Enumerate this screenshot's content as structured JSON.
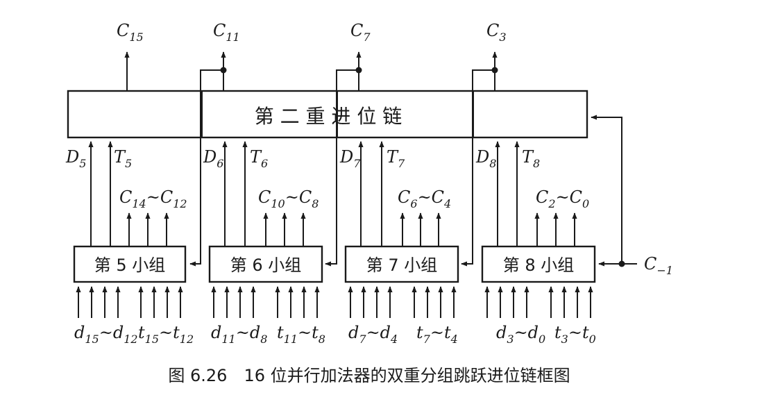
{
  "chain": {
    "label": "第 二 重 进 位 链",
    "outputs": [
      {
        "main": "C",
        "sub": "15"
      },
      {
        "main": "C",
        "sub": "11"
      },
      {
        "main": "C",
        "sub": "7"
      },
      {
        "main": "C",
        "sub": "3"
      }
    ]
  },
  "groups": [
    {
      "label": "第 5 小组",
      "D": {
        "main": "D",
        "sub": "5"
      },
      "T": {
        "main": "T",
        "sub": "5"
      },
      "carries": {
        "a": "C",
        "as": "14",
        "sep": "~",
        "b": "C",
        "bs": "12"
      },
      "dIn": {
        "a": "d",
        "as": "15",
        "sep": "~",
        "b": "d",
        "bs": "12"
      },
      "tIn": {
        "a": "t",
        "as": "15",
        "sep": "~",
        "b": "t",
        "bs": "12"
      }
    },
    {
      "label": "第 6 小组",
      "D": {
        "main": "D",
        "sub": "6"
      },
      "T": {
        "main": "T",
        "sub": "6"
      },
      "carries": {
        "a": "C",
        "as": "10",
        "sep": "~",
        "b": "C",
        "bs": "8"
      },
      "dIn": {
        "a": "d",
        "as": "11",
        "sep": "~",
        "b": "d",
        "bs": "8"
      },
      "tIn": {
        "a": "t",
        "as": "11",
        "sep": "~",
        "b": "t",
        "bs": "8"
      }
    },
    {
      "label": "第 7 小组",
      "D": {
        "main": "D",
        "sub": "7"
      },
      "T": {
        "main": "T",
        "sub": "7"
      },
      "carries": {
        "a": "C",
        "as": "6",
        "sep": "~",
        "b": "C",
        "bs": "4"
      },
      "dIn": {
        "a": "d",
        "as": "7",
        "sep": "~",
        "b": "d",
        "bs": "4"
      },
      "tIn": {
        "a": "t",
        "as": "7",
        "sep": "~",
        "b": "t",
        "bs": "4"
      }
    },
    {
      "label": "第 8 小组",
      "D": {
        "main": "D",
        "sub": "8"
      },
      "T": {
        "main": "T",
        "sub": "8"
      },
      "carries": {
        "a": "C",
        "as": "2",
        "sep": "~",
        "b": "C",
        "bs": "0"
      },
      "dIn": {
        "a": "d",
        "as": "3",
        "sep": "~",
        "b": "d",
        "bs": "0"
      },
      "tIn": {
        "a": "t",
        "as": "3",
        "sep": "~",
        "b": "t",
        "bs": "0"
      }
    }
  ],
  "input": {
    "main": "C",
    "sub": "−1"
  },
  "caption": "图 6.26　16 位并行加法器的双重分组跳跃进位链框图"
}
